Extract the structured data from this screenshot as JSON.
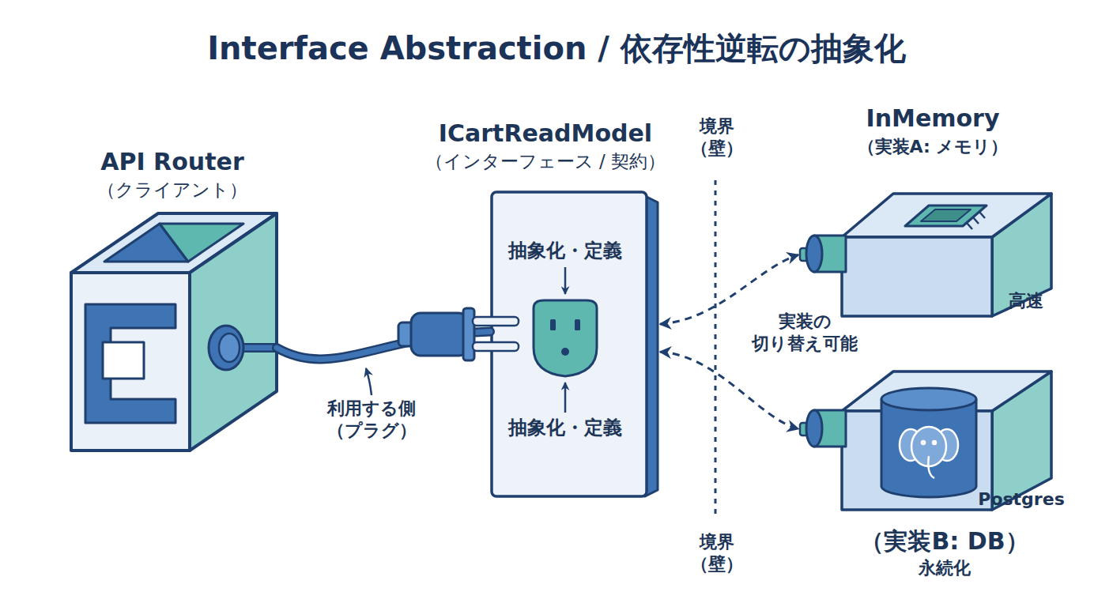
{
  "diagram": {
    "title": "Interface Abstraction / 依存性逆転の抽象化",
    "nodes": [
      {
        "text": [
          "API Router",
          "（クライアント）"
        ]
      },
      {
        "text": [
          "ICartReadModel",
          "（インターフェース / 契約）",
          "抽象化・定義",
          "抽象化・定義"
        ]
      },
      {
        "text": [
          "InMemory",
          "（実装A: メモリ）",
          "高速"
        ]
      },
      {
        "text": [
          "Postgres",
          "（実装B: DB）",
          "永続化"
        ]
      }
    ],
    "edges": [
      {
        "from": 0,
        "to": 1,
        "arrow": "none",
        "label": "利用する側 （プラグ）"
      },
      {
        "from": 1,
        "to": 2,
        "arrow": "both"
      },
      {
        "from": 1,
        "to": 3,
        "arrow": "both"
      }
    ],
    "labels": [
      "境界 （壁）",
      "実装の 切り替え可能",
      "境界 （壁）"
    ]
  }
}
